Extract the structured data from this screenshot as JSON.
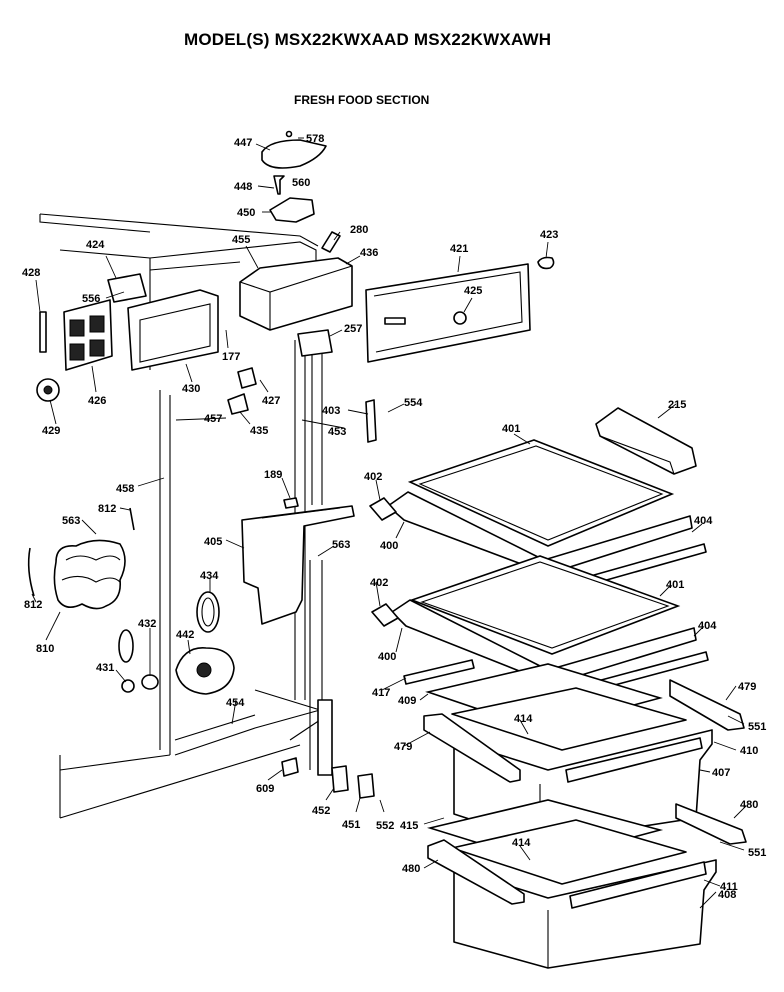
{
  "header": {
    "title": "MODEL(S) MSX22KWXAAD  MSX22KWXAWH",
    "section": "FRESH FOOD SECTION"
  },
  "parts": [
    {
      "id": "447"
    },
    {
      "id": "578"
    },
    {
      "id": "448"
    },
    {
      "id": "560"
    },
    {
      "id": "450"
    },
    {
      "id": "280"
    },
    {
      "id": "424"
    },
    {
      "id": "455"
    },
    {
      "id": "436"
    },
    {
      "id": "421"
    },
    {
      "id": "423"
    },
    {
      "id": "428"
    },
    {
      "id": "556"
    },
    {
      "id": "425"
    },
    {
      "id": "257"
    },
    {
      "id": "177"
    },
    {
      "id": "426"
    },
    {
      "id": "430"
    },
    {
      "id": "427"
    },
    {
      "id": "429"
    },
    {
      "id": "457"
    },
    {
      "id": "435"
    },
    {
      "id": "403"
    },
    {
      "id": "554"
    },
    {
      "id": "453"
    },
    {
      "id": "215"
    },
    {
      "id": "401"
    },
    {
      "id": "189"
    },
    {
      "id": "458"
    },
    {
      "id": "402"
    },
    {
      "id": "812"
    },
    {
      "id": "563"
    },
    {
      "id": "404"
    },
    {
      "id": "405"
    },
    {
      "id": "400"
    },
    {
      "id": "434"
    },
    {
      "id": "810"
    },
    {
      "id": "432"
    },
    {
      "id": "442"
    },
    {
      "id": "431"
    },
    {
      "id": "417"
    },
    {
      "id": "409"
    },
    {
      "id": "479"
    },
    {
      "id": "454"
    },
    {
      "id": "414"
    },
    {
      "id": "551"
    },
    {
      "id": "410"
    },
    {
      "id": "407"
    },
    {
      "id": "609"
    },
    {
      "id": "480"
    },
    {
      "id": "452"
    },
    {
      "id": "451"
    },
    {
      "id": "552"
    },
    {
      "id": "415"
    },
    {
      "id": "411"
    },
    {
      "id": "408"
    }
  ]
}
